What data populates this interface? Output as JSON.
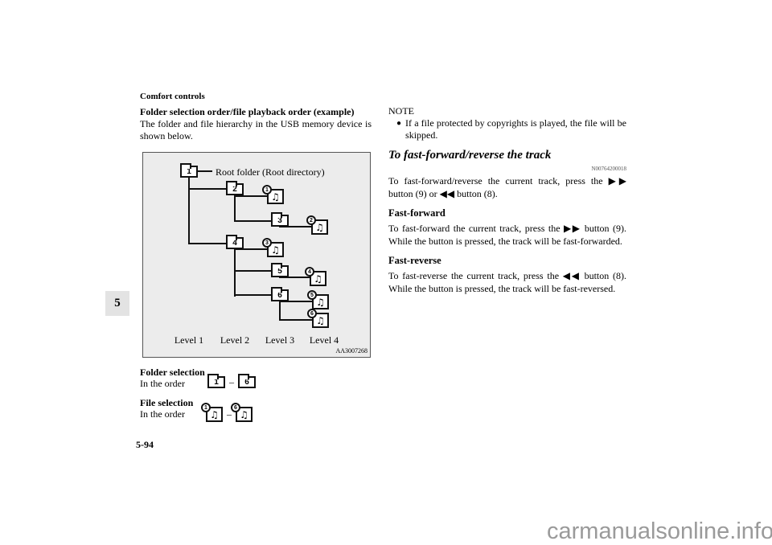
{
  "page": {
    "running_head": "Comfort controls",
    "chapter_tab": "5",
    "page_number": "5-94",
    "watermark": "carmanualsonline.info"
  },
  "icons": {
    "music_note": "♫"
  },
  "left_column": {
    "heading": "Folder selection order/file playback order (example)",
    "body": "The folder and file hierarchy in the USB memory device is shown below.",
    "diagram": {
      "root_label": "Root folder (Root directory)",
      "figure_code": "AA3007268",
      "levels": [
        "Level 1",
        "Level 2",
        "Level 3",
        "Level 4"
      ],
      "folders": [
        "1",
        "2",
        "3",
        "4",
        "5",
        "6"
      ],
      "files": [
        "1",
        "2",
        "3",
        "4",
        "5",
        "6"
      ]
    },
    "legend": {
      "folder_title": "Folder selection",
      "folder_sub": "In the order",
      "file_title": "File selection",
      "file_sub": "In the order",
      "dash": "–",
      "folder_from": "1",
      "folder_to": "6",
      "file_from": "1",
      "file_to": "6"
    }
  },
  "right_column": {
    "note_title": "NOTE",
    "note_bullet": "●",
    "note_text": "If a file protected by copyrights is played, the file will be skipped.",
    "section_heading": "To fast-forward/reverse the track",
    "section_code": "N00764200018",
    "intro_para": "To fast-forward/reverse the current track, press the ▶▶ button (9) or ◀◀ button (8).",
    "fast_forward_heading": "Fast-forward",
    "fast_forward_para": "To fast-forward the current track, press the ▶▶ button (9). While the button is pressed, the track will be fast-forwarded.",
    "fast_reverse_heading": "Fast-reverse",
    "fast_reverse_para": "To fast-reverse the current track, press the ◀◀ button (8). While the button is pressed, the track will be fast-reversed."
  }
}
